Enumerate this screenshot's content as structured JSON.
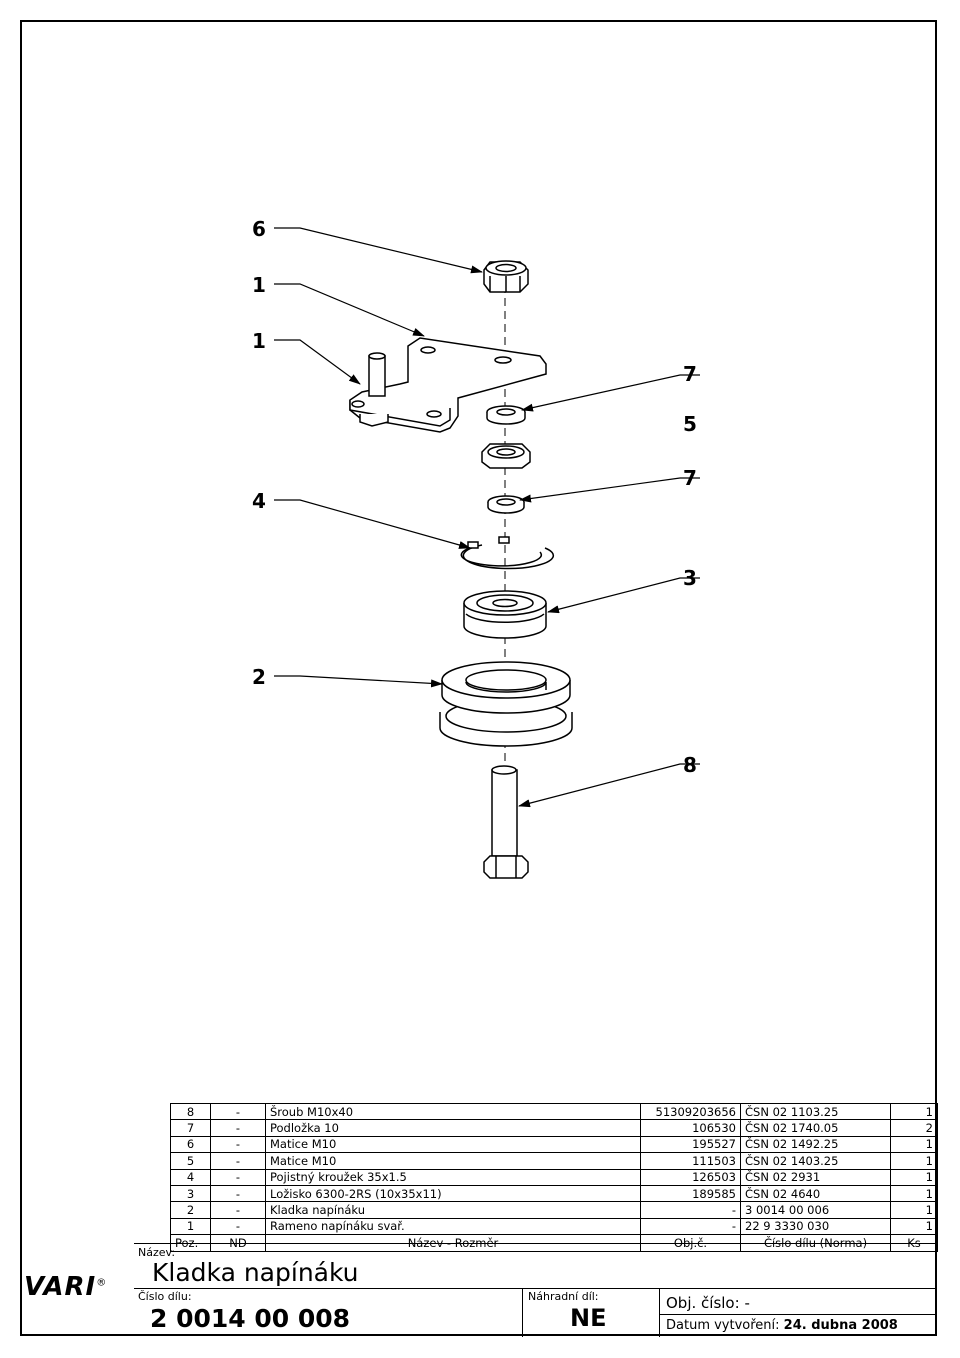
{
  "callouts": [
    "6",
    "1",
    "1",
    "4",
    "7",
    "5",
    "7",
    "3",
    "2",
    "8"
  ],
  "bom": {
    "rows": [
      {
        "poz": "8",
        "nd": "-",
        "name": "Šroub M10x40",
        "obj": "51309203656",
        "norm": "ČSN 02 1103.25",
        "ks": "1"
      },
      {
        "poz": "7",
        "nd": "-",
        "name": "Podložka 10",
        "obj": "106530",
        "norm": "ČSN 02 1740.05",
        "ks": "2"
      },
      {
        "poz": "6",
        "nd": "-",
        "name": "Matice M10",
        "obj": "195527",
        "norm": "ČSN 02 1492.25",
        "ks": "1"
      },
      {
        "poz": "5",
        "nd": "-",
        "name": "Matice M10",
        "obj": "111503",
        "norm": "ČSN 02 1403.25",
        "ks": "1"
      },
      {
        "poz": "4",
        "nd": "-",
        "name": "Pojistný kroužek 35x1.5",
        "obj": "126503",
        "norm": "ČSN 02 2931",
        "ks": "1"
      },
      {
        "poz": "3",
        "nd": "-",
        "name": "Ložisko 6300-2RS (10x35x11)",
        "obj": "189585",
        "norm": "ČSN 02 4640",
        "ks": "1"
      },
      {
        "poz": "2",
        "nd": "-",
        "name": "Kladka napínáku",
        "obj": "-",
        "norm": "3 0014 00 006",
        "ks": "1"
      },
      {
        "poz": "1",
        "nd": "-",
        "name": "Rameno napínáku svař.",
        "obj": "-",
        "norm": "22 9 3330 030",
        "ks": "1"
      }
    ],
    "header": {
      "poz": "Poz.",
      "nd": "ND",
      "name": "Název - Rozměr",
      "obj": "Obj.č.",
      "norm": "Číslo dílu (Norma)",
      "ks": "Ks"
    }
  },
  "title_block": {
    "logo": "VARI",
    "logo_mark": "®",
    "nazev_label": "Název:",
    "nazev": "Kladka napínáku",
    "cislo_label": "Číslo dílu:",
    "cislo": "2 0014 00 008",
    "nahradni_label": "Náhradní díl:",
    "nahradni": "NE",
    "obj_label": "Obj. číslo:",
    "obj_value": "-",
    "datum_label": "Datum vytvoření:",
    "datum_value": "24. dubna 2008"
  }
}
